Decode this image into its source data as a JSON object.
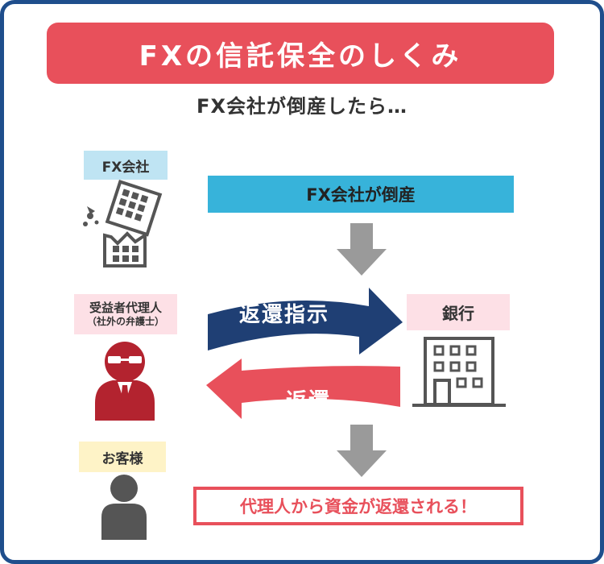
{
  "title": "FXの信託保全のしくみ",
  "subtitle": "FX会社が倒産したら…",
  "labels": {
    "fx_company": "FX会社",
    "agent_line1": "受益者代理人",
    "agent_line2": "（社外の弁護士）",
    "bank": "銀行",
    "customer": "お客様"
  },
  "flow": {
    "bankruptcy": "FX会社が倒産",
    "return_instruction": "返還指示",
    "return": "返還",
    "result": "代理人から資金が返還される！"
  },
  "icons": [
    "collapsing-building-icon",
    "lawyer-icon",
    "bank-building-icon",
    "person-icon",
    "down-arrow-icon"
  ],
  "colors": {
    "frame": "#1f4e8c",
    "title_bg": "#e8505b",
    "bankrupt_bar": "#37b3da",
    "instruction_arrow": "#1f3f74",
    "return_arrow": "#e8505b",
    "gray_arrow": "#9a9a9a",
    "icon_gray": "#555555",
    "lawyer_red": "#b3232f"
  }
}
